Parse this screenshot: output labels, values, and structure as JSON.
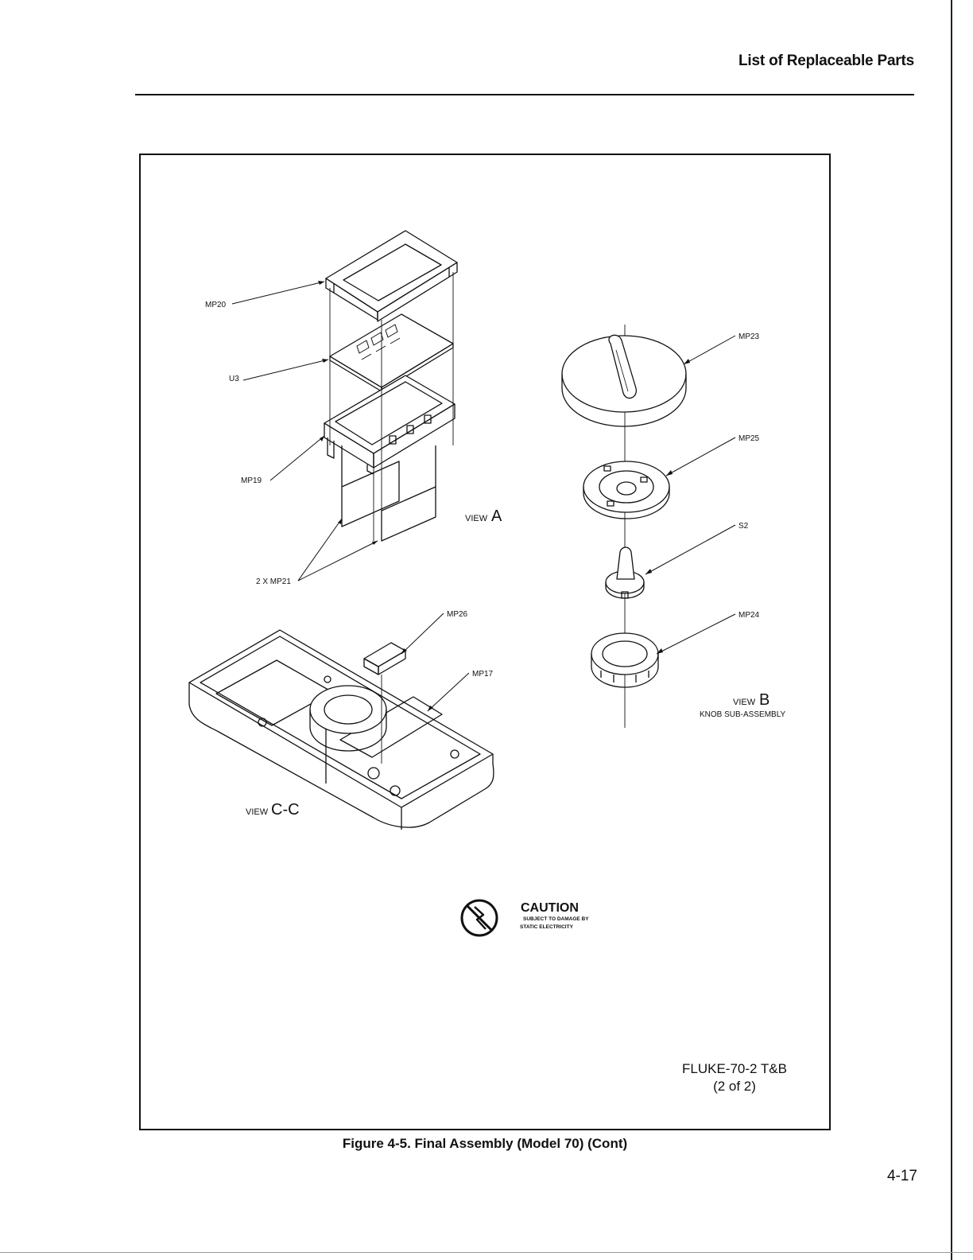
{
  "header": {
    "title": "List of Replaceable Parts"
  },
  "figure": {
    "caption": "Figure 4-5. Final Assembly (Model 70) (Cont)",
    "reference": {
      "line1": "FLUKE-70-2 T&B",
      "line2": "(2 of 2)"
    }
  },
  "views": {
    "a": {
      "prefix": "VIEW",
      "letter": "A"
    },
    "b": {
      "prefix": "VIEW",
      "letter": "B",
      "subtitle": "KNOB SUB-ASSEMBLY"
    },
    "cc": {
      "prefix": "VIEW",
      "letter": "C-C"
    }
  },
  "callouts": {
    "mp20": "MP20",
    "u3": "U3",
    "mp19": "MP19",
    "mp21": "2 X MP21",
    "mp23": "MP23",
    "mp25": "MP25",
    "s2": "S2",
    "mp24": "MP24",
    "mp26": "MP26",
    "mp17": "MP17"
  },
  "caution": {
    "title": "CAUTION",
    "line1": "SUBJECT TO DAMAGE BY",
    "line2": "STATIC ELECTRICITY"
  },
  "page": {
    "number": "4-17"
  }
}
